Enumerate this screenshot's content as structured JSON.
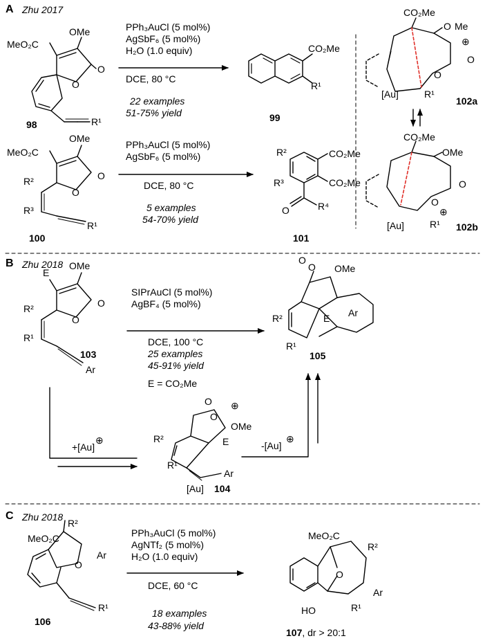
{
  "section_a": {
    "letter": "A",
    "author": "Zhu 2017",
    "r1": {
      "reagents": [
        "PPh₃AuCl (5 mol%)",
        "AgSbF₆ (5 mol%)",
        "H₂O (1.0 equiv)"
      ],
      "conditions": "DCE, 80 °C",
      "examples": "22 examples",
      "yield": "51-75% yield",
      "sm_label": "98",
      "prod_label": "99"
    },
    "r2": {
      "reagents": [
        "PPh₃AuCl (5 mol%)",
        "AgSbF₆ (5 mol%)"
      ],
      "conditions": "DCE, 80 °C",
      "examples": "5 examples",
      "yield": "54-70% yield",
      "sm_label": "100",
      "prod_label": "101"
    },
    "intermediates": [
      "102a",
      "102b"
    ]
  },
  "section_b": {
    "letter": "B",
    "author": "Zhu 2018",
    "reagents": [
      "SIPrAuCl (5 mol%)",
      "AgBF₄ (5 mol%)"
    ],
    "conditions": "DCE, 100 °C",
    "examples": "25 examples",
    "yield": "45-91% yield",
    "note": "E = CO₂Me",
    "sm_label": "103",
    "prod_label": "105",
    "int_label": "104",
    "add_au": "+[Au]",
    "remove_au": "-[Au]"
  },
  "section_c": {
    "letter": "C",
    "author": "Zhu 2018",
    "reagents": [
      "PPh₃AuCl (5 mol%)",
      "AgNTf₂ (5 mol%)",
      "H₂O (1.0 equiv)"
    ],
    "conditions": "DCE, 60 °C",
    "examples": "18 examples",
    "yield": "43-88% yield",
    "sm_label": "106",
    "prod_label": "107",
    "dr": ", dr > 20:1"
  },
  "atoms": {
    "ome": "OMe",
    "o": "O",
    "meo2c": "MeO₂C",
    "co2me": "CO₂Me",
    "r1": "R¹",
    "r2": "R²",
    "r3": "R³",
    "r4": "R⁴",
    "au": "[Au]",
    "e": "E",
    "ar": "Ar",
    "ho": "HO",
    "oplus": "⊕"
  }
}
